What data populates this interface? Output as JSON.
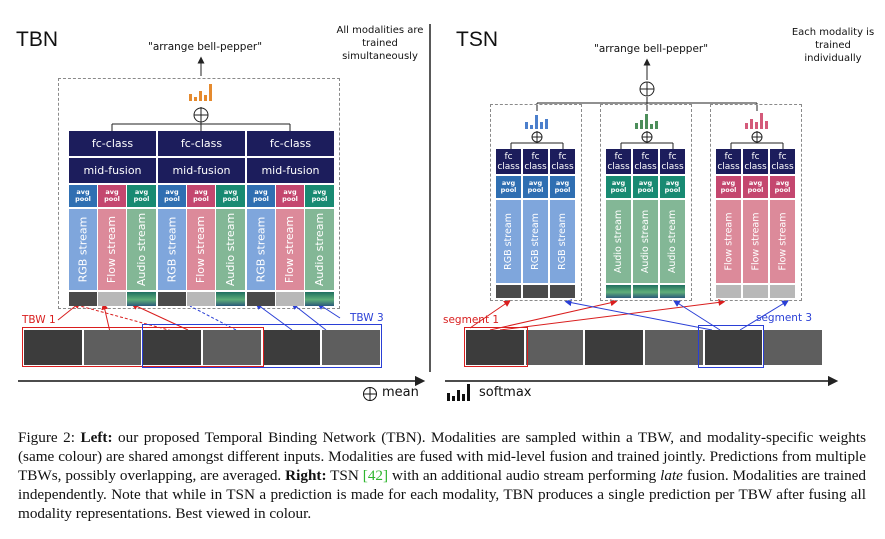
{
  "tbn": {
    "title": "TBN",
    "note": "All modalities are trained simultaneously",
    "output_label": "\"arrange bell-pepper\"",
    "fc_label": "fc-class",
    "fusion_label": "mid-fusion",
    "pool_label": "avg pool",
    "streams": [
      "RGB stream",
      "Flow stream",
      "Audio stream"
    ],
    "tbw1": "TBW 1",
    "tbw3": "TBW 3"
  },
  "tsn": {
    "title": "TSN",
    "note": "Each modality is trained individually",
    "output_label": "\"arrange bell-pepper\"",
    "fc_label": "fc class",
    "pool_label": "avg pool",
    "streams": [
      "RGB stream",
      "Audio stream",
      "Flow stream"
    ],
    "segment1": "segment 1",
    "segment3": "segment 3"
  },
  "legend": {
    "mean": "mean",
    "softmax": "softmax"
  },
  "colors": {
    "navy": "#1c1d5c",
    "rgb": "#2f6fb2",
    "flow": "#c4476f",
    "audio": "#188a72",
    "red": "#d91e1e",
    "blue": "#2a3fd6",
    "softmax_orange": "#e58a2e",
    "softmax_blue": "#4b7fcc",
    "softmax_green": "#4c8e5a",
    "softmax_pink": "#d45a7a"
  },
  "caption": {
    "figure": "Figure 2:",
    "left_label": "Left:",
    "left_text": "our proposed Temporal Binding Network (TBN). Modalities are sampled within a TBW, and modality-specific weights (same colour) are shared amongst different inputs. Modalities are fused with mid-level fusion and trained jointly. Predictions from multiple TBWs, possibly overlapping, are averaged.",
    "right_label": "Right:",
    "right_text1": "TSN",
    "citation": "[42]",
    "right_text2": "with an additional audio stream performing",
    "late": "late",
    "right_text3": "fusion. Modalities are trained independently. Note that while in TSN a prediction is made for each modality, TBN produces a single prediction per TBW after fusing all modality representations. Best viewed in colour."
  }
}
